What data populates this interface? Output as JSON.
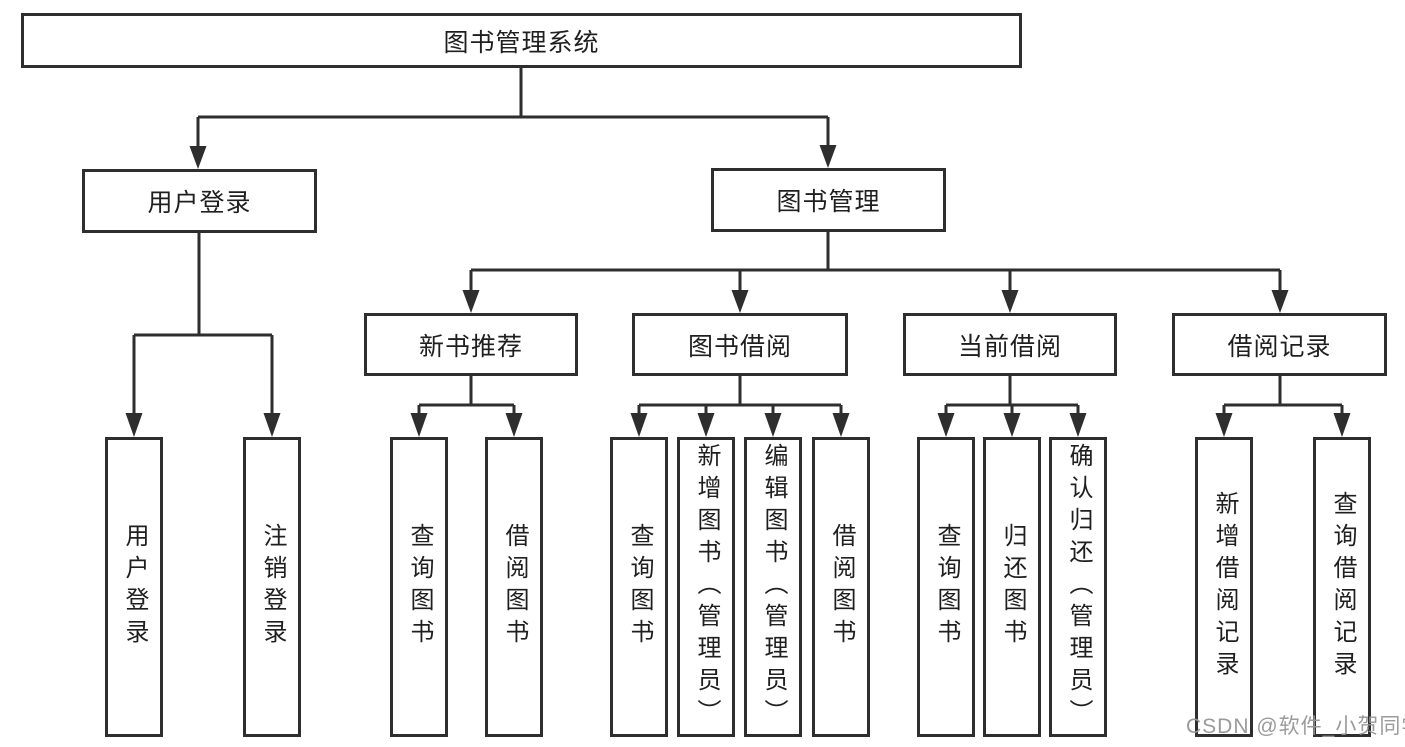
{
  "diagram": {
    "root": {
      "label": "图书管理系统"
    },
    "level2": {
      "user_login": {
        "label": "用户登录"
      },
      "book_mgmt": {
        "label": "图书管理"
      }
    },
    "level3": {
      "new_book_rec": {
        "label": "新书推荐"
      },
      "book_borrow": {
        "label": "图书借阅"
      },
      "current_borrow": {
        "label": "当前借阅"
      },
      "borrow_records": {
        "label": "借阅记录"
      }
    },
    "leaves": {
      "user_login_action": {
        "label": "用户登录",
        "parent": "用户登录"
      },
      "logout": {
        "label": "注销登录",
        "parent": "用户登录"
      },
      "nb_query_book": {
        "label": "查询图书",
        "parent": "新书推荐"
      },
      "nb_borrow_book": {
        "label": "借阅图书",
        "parent": "新书推荐"
      },
      "bb_query_book": {
        "label": "查询图书",
        "parent": "图书借阅"
      },
      "bb_add_book": {
        "label": "新增图书（管理员）",
        "parent": "图书借阅"
      },
      "bb_edit_book": {
        "label": "编辑图书（管理员）",
        "parent": "图书借阅"
      },
      "bb_borrow_book": {
        "label": "借阅图书",
        "parent": "图书借阅"
      },
      "cb_query_book": {
        "label": "查询图书",
        "parent": "当前借阅"
      },
      "cb_return_book": {
        "label": "归还图书",
        "parent": "当前借阅"
      },
      "cb_confirm_return": {
        "label": "确认归还（管理员）",
        "parent": "当前借阅"
      },
      "br_add_record": {
        "label": "新增借阅记录",
        "parent": "借阅记录"
      },
      "br_query_record": {
        "label": "查询借阅记录",
        "parent": "借阅记录"
      }
    },
    "watermark": "CSDN @软件_小贺同学",
    "colors": {
      "line": "#2e2e2e",
      "border": "#2e2e2e",
      "text": "#1f1f1f",
      "watermark": "#969696",
      "background": "#ffffff"
    }
  }
}
